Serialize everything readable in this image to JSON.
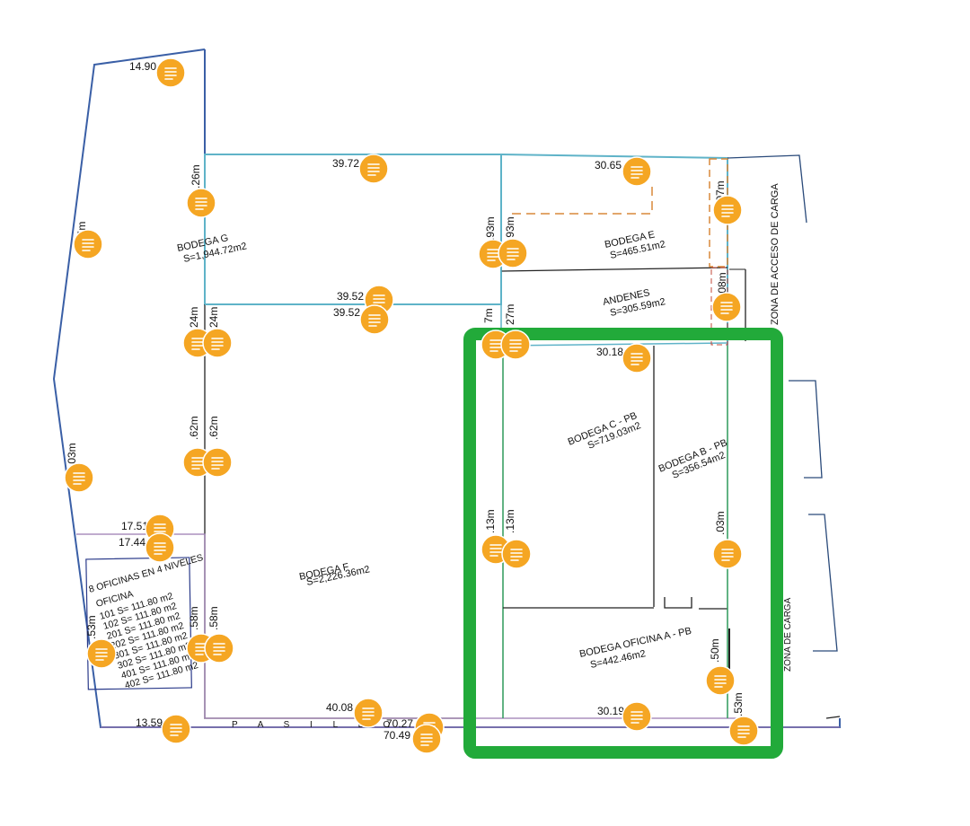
{
  "dimensions": {
    "top_left": "14.90",
    "left_upper": "2.55m",
    "left_lower": ".03m",
    "g_side": ".26m",
    "g_top": "39.72",
    "e_top": "30.65",
    "e_right": ".07m",
    "mid_a": ".93m",
    "mid_b": ".93m",
    "andenes_right": ".08m",
    "g_bottom": "39.52",
    "f_top": "39.52",
    "col_a": "24m",
    "col_b": "24m",
    "col_c": "7m",
    "col_d": "27m",
    "c_top": "30.18",
    "f_side_a": ".62m",
    "f_side_b": ".62m",
    "ofi_top": "17.51",
    "ofi_top2": "17.44",
    "c_left_a": ".13m",
    "c_left_b": ".13m",
    "b_right": ".03m",
    "ofi_left": ".53m",
    "f_low_a": ".58m",
    "f_low_b": ".58m",
    "a_right": ".50m",
    "f_bottom": "40.08",
    "pasillo_a": "70.27",
    "pasillo_b": "70.49",
    "a_bottom": "30.19",
    "corner": ".53m",
    "ofi_bottom": "13.59"
  },
  "rooms": {
    "g_name": "BODEGA G",
    "g_area": "S=1,944.72m2",
    "e_name": "BODEGA E",
    "e_area": "S=465.51m2",
    "andenes_name": "ANDENES",
    "andenes_area": "S=305.59m2",
    "c_name": "BODEGA C - PB",
    "c_area": "S=719.03m2",
    "b_name": "BODEGA B - PB",
    "b_area": "S=356.54m2",
    "f_name": "BODEGA F",
    "f_area": "S=2,226.36m2",
    "a_name": "BODEGA OFICINA A - PB",
    "a_area": "S=442.46m2",
    "carga": "ZONA DE ACCESO DE CARGA",
    "carga2": "ZONA DE CARGA",
    "pasillo": "P A S I L L O"
  },
  "offices": {
    "title": "8 OFICINAS EN 4 NIVELES",
    "header": "OFICINA",
    "rows": [
      "101 S= 111.80 m2",
      "102 S= 111.80 m2",
      "201 S= 111.80 m2",
      "202 S= 111.80 m2",
      "301 S= 111.80 m2",
      "302 S= 111.80 m2",
      "401 S= 111.80 m2",
      "402 S= 111.80 m2"
    ]
  },
  "colors": {
    "outline_blue": "#3a5fa6",
    "cyan": "#5fb3c8",
    "highlight": "#22aa3a",
    "note_fill": "#f5a623",
    "orange_dash": "#d9893a",
    "purple": "#9b7bb0"
  },
  "icons": {
    "note": "comment-note-icon"
  }
}
